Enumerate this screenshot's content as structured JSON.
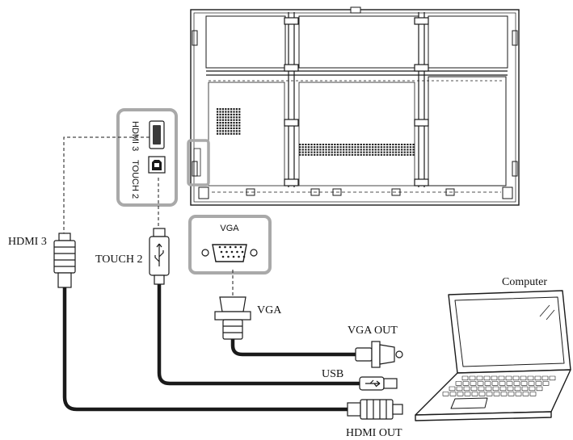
{
  "port_panel_labels": {
    "hdmi3": "HDMI 3",
    "touch2": "TOUCH 2"
  },
  "vga_panel_label": "VGA",
  "connector_labels": {
    "hdmi3": "HDMI 3",
    "touch2": "TOUCH 2",
    "vga": "VGA",
    "vga_out": "VGA OUT",
    "usb": "USB",
    "hdmi_out": "HDMI OUT"
  },
  "device_labels": {
    "computer": "Computer"
  },
  "colors": {
    "line": "#1a1a1a",
    "highlight": "#a9a9a9",
    "cable": "#1a1a1a"
  }
}
